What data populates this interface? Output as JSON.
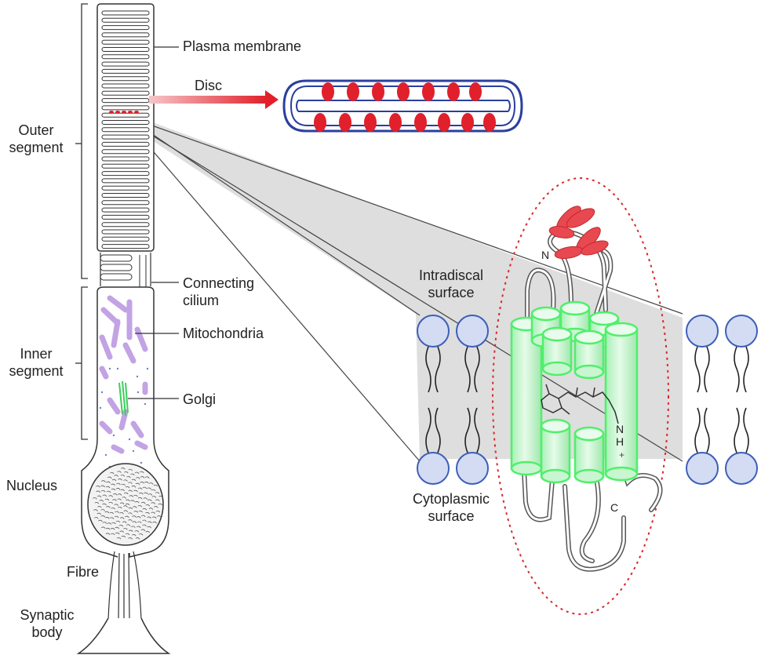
{
  "labels": {
    "plasma_membrane": "Plasma membrane",
    "disc": "Disc",
    "outer_segment": [
      "Outer",
      "segment"
    ],
    "connecting_cilium": [
      "Connecting",
      "cilium"
    ],
    "mitochondria": "Mitochondria",
    "inner_segment": [
      "Inner",
      "segment"
    ],
    "golgi": "Golgi",
    "nucleus": "Nucleus",
    "fibre": "Fibre",
    "synaptic_body": [
      "Synaptic",
      "body"
    ],
    "intradiscal_surface": [
      "Intradiscal",
      "surface"
    ],
    "cytoplasmic_surface": [
      "Cytoplasmic",
      "surface"
    ],
    "n_terminus": "N",
    "c_terminus": "C",
    "nh_label": "N",
    "nh_h": "H",
    "nh_plus": "+"
  },
  "colors": {
    "outline": "#333333",
    "disc_red": "#e0202a",
    "disc_blue": "#2a3f9e",
    "helix_green": "#4ef06a",
    "helix_fill": "#c9f5d0",
    "lipid_head": "#d4dcf4",
    "lipid_edge": "#3c5fb8",
    "mito": "#c8a8e8",
    "golgi": "#3ccf5a",
    "dashed_red": "#d9282c",
    "projection_gray": "#cfcfcf",
    "sugar_red": "#e8484f"
  }
}
